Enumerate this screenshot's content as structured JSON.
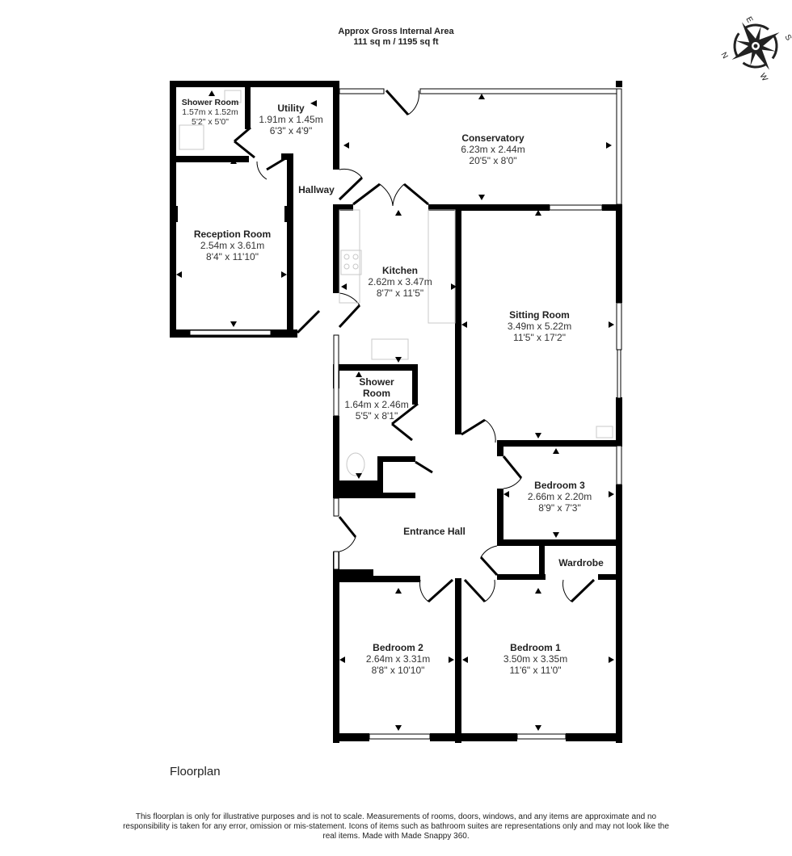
{
  "header": {
    "title": "Approx Gross Internal Area",
    "area": "111 sq m / 1195 sq ft"
  },
  "compass": {
    "icon": "compass-rose-icon",
    "labels": {
      "north": "N",
      "east": "E",
      "south": "S",
      "west": "W"
    }
  },
  "rooms": {
    "shower_room_1": {
      "name": "Shower Room",
      "metric": "1.57m x 1.52m",
      "imperial": "5'2\" x 5'0\""
    },
    "utility": {
      "name": "Utility",
      "metric": "1.91m x 1.45m",
      "imperial": "6'3\" x 4'9\""
    },
    "conservatory": {
      "name": "Conservatory",
      "metric": "6.23m x 2.44m",
      "imperial": "20'5\" x 8'0\""
    },
    "hallway": {
      "name": "Hallway"
    },
    "reception_room": {
      "name": "Reception Room",
      "metric": "2.54m x 3.61m",
      "imperial": "8'4\" x 11'10\""
    },
    "kitchen": {
      "name": "Kitchen",
      "metric": "2.62m x 3.47m",
      "imperial": "8'7\" x 11'5\""
    },
    "sitting_room": {
      "name": "Sitting Room",
      "metric": "3.49m x 5.22m",
      "imperial": "11'5\" x 17'2\""
    },
    "shower_room_2": {
      "name_line1": "Shower",
      "name_line2": "Room",
      "metric": "1.64m x 2.46m",
      "imperial": "5'5\" x 8'1\""
    },
    "bedroom_3": {
      "name": "Bedroom 3",
      "metric": "2.66m x 2.20m",
      "imperial": "8'9\" x 7'3\""
    },
    "entrance_hall": {
      "name": "Entrance Hall"
    },
    "wardrobe": {
      "name": "Wardrobe"
    },
    "bedroom_2": {
      "name": "Bedroom 2",
      "metric": "2.64m x 3.31m",
      "imperial": "8'8\" x 10'10\""
    },
    "bedroom_1": {
      "name": "Bedroom 1",
      "metric": "3.50m x 3.35m",
      "imperial": "11'6\" x 11'0\""
    }
  },
  "caption": "Floorplan",
  "disclaimer": "This floorplan is only for illustrative purposes and is not to scale. Measurements of rooms, doors, windows, and any items are approximate and no responsibility is taken for any error, omission or mis-statement. Icons of items such as bathroom suites are representations only and may not look like the real items. Made with Made Snappy 360.",
  "colors": {
    "wall": "#000000",
    "fixture": "#c8c8c8",
    "text": "#222222",
    "background": "#ffffff"
  }
}
